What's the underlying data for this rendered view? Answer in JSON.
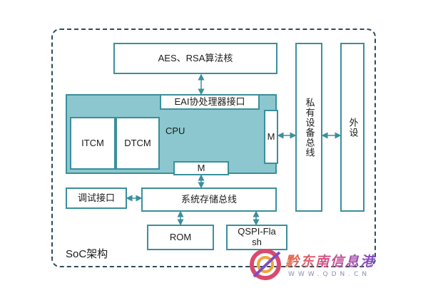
{
  "diagram": {
    "frame_label": "SoC架构",
    "aes_rsa_core": "AES、RSA算法核",
    "eai_interface": "EAI协处理器接口",
    "cpu": "CPU",
    "itcm": "ITCM",
    "dtcm": "DTCM",
    "master_port_right": "M",
    "master_port_bottom": "M",
    "private_bus": "私有设备总线",
    "peripheral": "外设",
    "debug_interface": "调试接口",
    "system_bus": "系统存储总线",
    "rom": "ROM",
    "qspi_flash": "QSPI-Flash"
  },
  "watermark": {
    "text": "黔东南信息港",
    "url": "WWW.QDN.CN"
  },
  "colors": {
    "box_border": "#3a8f9b",
    "cpu_fill": "#8cc7cf",
    "frame_border": "#2f4b5b",
    "arrow": "#3a8f9b"
  }
}
